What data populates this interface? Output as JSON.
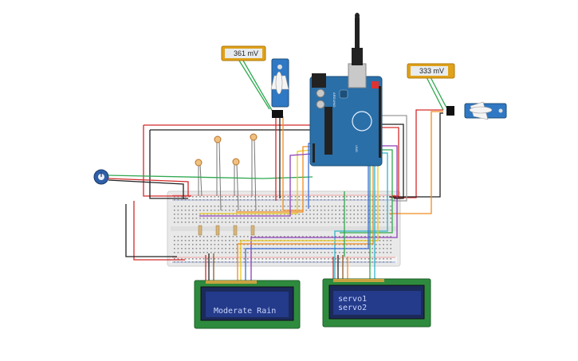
{
  "meters": [
    {
      "id": "left",
      "reading": "361 mV"
    },
    {
      "id": "right",
      "reading": "333 mV"
    }
  ],
  "lcds": [
    {
      "id": "lcd1",
      "lines": [
        "Moderate Rain",
        ""
      ]
    },
    {
      "id": "lcd2",
      "lines": [
        "servo1",
        "servo2"
      ]
    }
  ],
  "arduino": {
    "model_label": "UNO",
    "brand_label": "ARDUINO"
  },
  "colors": {
    "wire_red": "#d42a2a",
    "wire_black": "#222222",
    "wire_green": "#2fa84f",
    "wire_orange": "#f28c1c",
    "wire_purple": "#8e3fb8",
    "wire_yellow": "#e8c91c",
    "wire_cyan": "#2fb5c9",
    "wire_blue": "#3a6fd8",
    "wire_brown": "#8a5a2b",
    "wire_gray": "#9a9a9a",
    "arduino_board": "#2a6fa8",
    "lcd_pcb": "#2e8b3e",
    "lcd_screen": "#243a8a",
    "meter_frame": "#e0a21a",
    "servo_body": "#2f78c4",
    "breadboard": "#e9e9e9"
  }
}
